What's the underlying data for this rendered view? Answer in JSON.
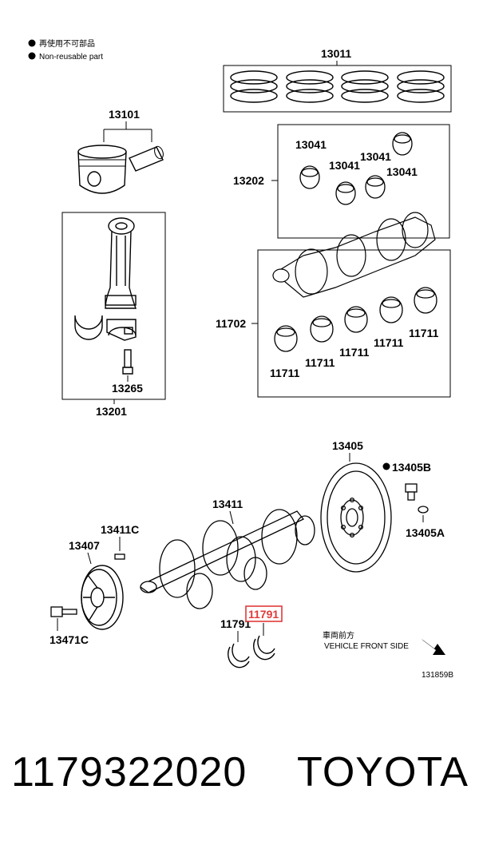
{
  "legend": {
    "line1": "再使用不可部品",
    "line2": "Non-reusable part"
  },
  "labels": {
    "rings": "13011",
    "piston": "13101",
    "conrod_bearing_set": "13202",
    "bearing_a": "13041",
    "bearing_b": "13041",
    "bearing_c": "13041",
    "bearing_d": "13041",
    "conrod_assy": "13201",
    "conrod_bolt": "13265",
    "crank_bearing_set": "11702",
    "main_a": "11711",
    "main_b": "11711",
    "main_c": "11711",
    "main_d": "11711",
    "main_e": "11711",
    "flywheel": "13405",
    "flywheel_bolt": "13405B",
    "flywheel_pin": "13405A",
    "crankshaft": "13411",
    "crank_pin": "13411C",
    "pulley": "13407",
    "pulley_bolt": "13471C",
    "thrust_left": "11791",
    "thrust_right": "11791",
    "front_jp": "車両前方",
    "front_en": "VEHICLE FRONT SIDE",
    "diagram_code": "131859B"
  },
  "footer": {
    "part_number": "1179322020",
    "brand": "TOYOTA"
  },
  "colors": {
    "highlight": "#e23a3a",
    "ink": "#000000"
  }
}
